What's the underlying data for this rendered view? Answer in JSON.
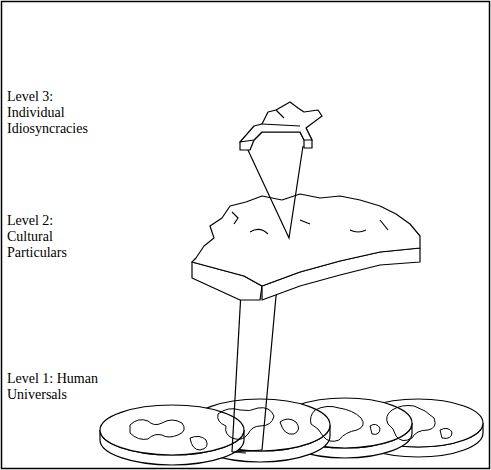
{
  "diagram": {
    "labels": [
      "Level 3: Individual Idiosyncracies",
      "Level 2: Cultural Particulars",
      "Level 1: Human Universals"
    ]
  }
}
